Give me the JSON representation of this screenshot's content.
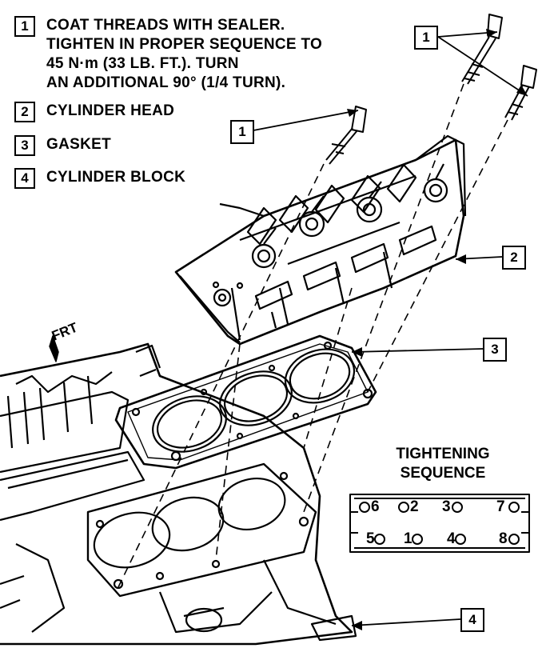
{
  "legend": [
    {
      "num": "1",
      "text": "COAT THREADS WITH SEALER.\nTIGHTEN IN PROPER SEQUENCE TO\n45 N·m (33 LB. FT.). TURN\nAN ADDITIONAL 90° (1/4 TURN)."
    },
    {
      "num": "2",
      "text": "CYLINDER HEAD"
    },
    {
      "num": "3",
      "text": "GASKET"
    },
    {
      "num": "4",
      "text": "CYLINDER BLOCK"
    }
  ],
  "callouts": {
    "bolt_top": "1",
    "bolt_mid": "1",
    "head": "2",
    "gasket": "3",
    "block": "4"
  },
  "frt_label": "FRT",
  "sequence": {
    "title": "TIGHTENING\nSEQUENCE",
    "top_row": [
      "6",
      "2",
      "3",
      "7"
    ],
    "bottom_row": [
      "5",
      "1",
      "4",
      "8"
    ]
  }
}
